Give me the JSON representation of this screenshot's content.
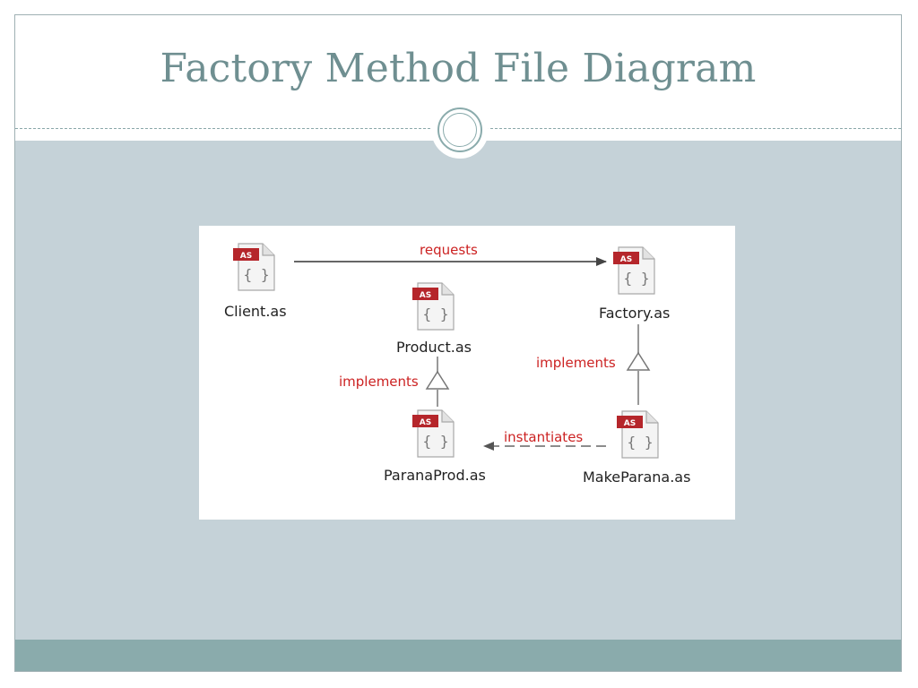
{
  "slide": {
    "title": "Factory Method File Diagram"
  },
  "diagram": {
    "icon_badge": "AS",
    "icon_glyph": "{ }",
    "files": {
      "client": "Client.as",
      "factory": "Factory.as",
      "product": "Product.as",
      "parana_prod": "ParanaProd.as",
      "make_parana": "MakeParana.as"
    },
    "relations": {
      "requests": "requests",
      "implements_factory": "implements",
      "implements_product": "implements",
      "instantiates": "instantiates"
    }
  },
  "colors": {
    "title": "#6f8f91",
    "content_band": "#c5d2d8",
    "footer_band": "#8aabac",
    "label_red": "#cc2222",
    "badge_red": "#b5262b"
  }
}
